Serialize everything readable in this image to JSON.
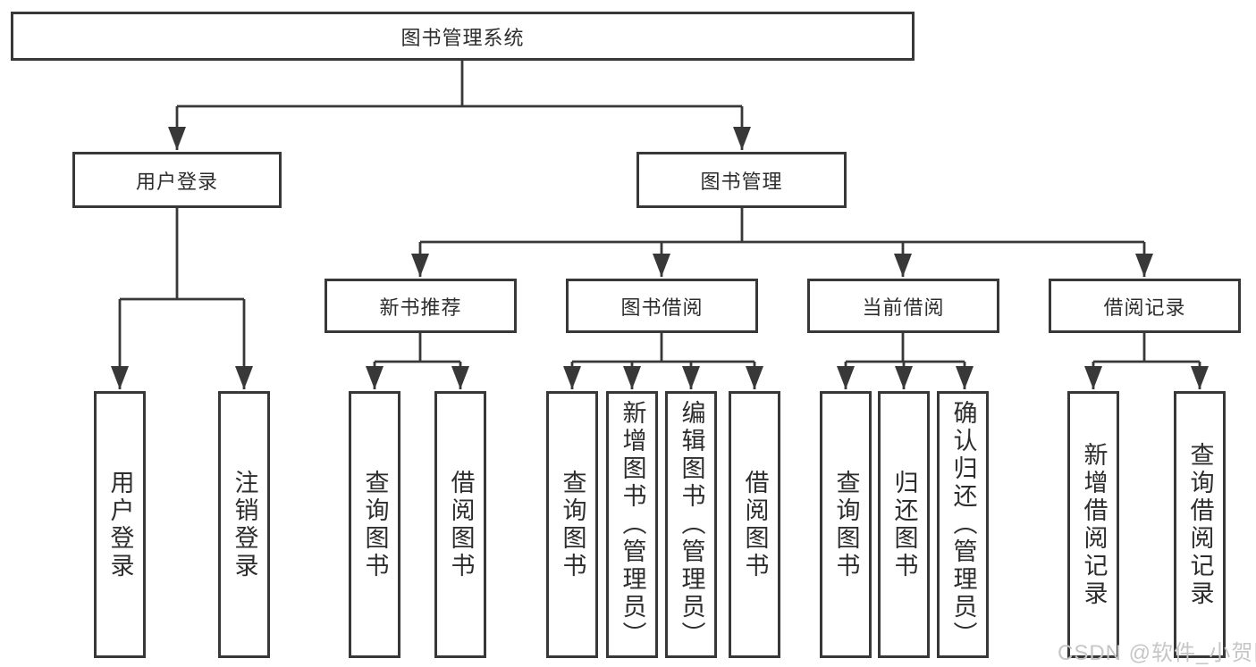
{
  "diagram": {
    "root": {
      "label": "图书管理系统"
    },
    "branches": [
      {
        "label": "用户登录",
        "children": [
          {
            "label": "用户登录"
          },
          {
            "label": "注销登录"
          }
        ]
      },
      {
        "label": "图书管理",
        "children": [
          {
            "label": "新书推荐",
            "children": [
              {
                "label": "查询图书"
              },
              {
                "label": "借阅图书"
              }
            ]
          },
          {
            "label": "图书借阅",
            "children": [
              {
                "label": "查询图书"
              },
              {
                "label": "新增图书（管理员）"
              },
              {
                "label": "编辑图书（管理员）"
              },
              {
                "label": "借阅图书"
              }
            ]
          },
          {
            "label": "当前借阅",
            "children": [
              {
                "label": "查询图书"
              },
              {
                "label": "归还图书"
              },
              {
                "label": "确认归还（管理员）"
              }
            ]
          },
          {
            "label": "借阅记录",
            "children": [
              {
                "label": "新增借阅记录"
              },
              {
                "label": "查询借阅记录"
              }
            ]
          }
        ]
      }
    ]
  },
  "watermark": {
    "text": "CSDN @软件_小贺同学"
  },
  "colors": {
    "line": "#383838",
    "text": "#2d2d2d",
    "watermark_text": "#c6c6c6",
    "background": "#ffffff"
  }
}
